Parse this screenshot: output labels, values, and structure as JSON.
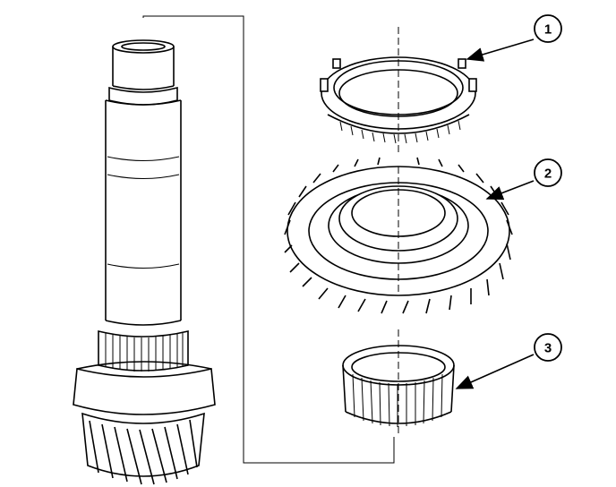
{
  "callouts": [
    {
      "label": "1",
      "part": "synchronizer-ring"
    },
    {
      "label": "2",
      "part": "helical-gear"
    },
    {
      "label": "3",
      "part": "needle-bearing"
    }
  ],
  "colors": {
    "line": "#000000",
    "background": "#ffffff"
  }
}
